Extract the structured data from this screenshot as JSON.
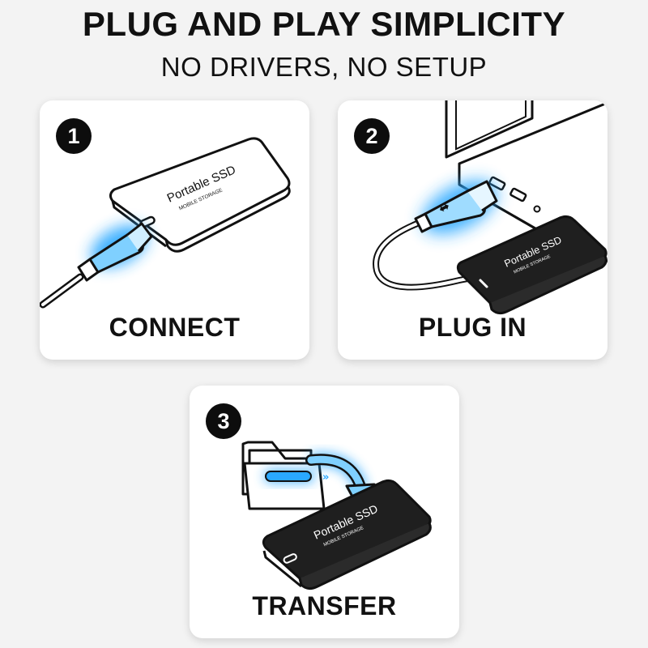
{
  "header": {
    "title": "PLUG AND PLAY SIMPLICITY",
    "subtitle": "NO DRIVERS, NO SETUP"
  },
  "steps": [
    {
      "number": "1",
      "label": "CONNECT"
    },
    {
      "number": "2",
      "label": "PLUG IN"
    },
    {
      "number": "3",
      "label": "TRANSFER"
    }
  ],
  "device": {
    "name": "Portable SSD",
    "tagline": "MOBILE STORAGE"
  },
  "colors": {
    "accent_glow": "#2aa8ff",
    "badge": "#0d0d0d",
    "ssd_dark": "#1f1f1f",
    "ssd_light": "#ffffff"
  },
  "icons": [
    "usb-c-cable-icon",
    "usb-a-cable-icon",
    "laptop-icon",
    "folder-icon",
    "arrow-icon"
  ]
}
